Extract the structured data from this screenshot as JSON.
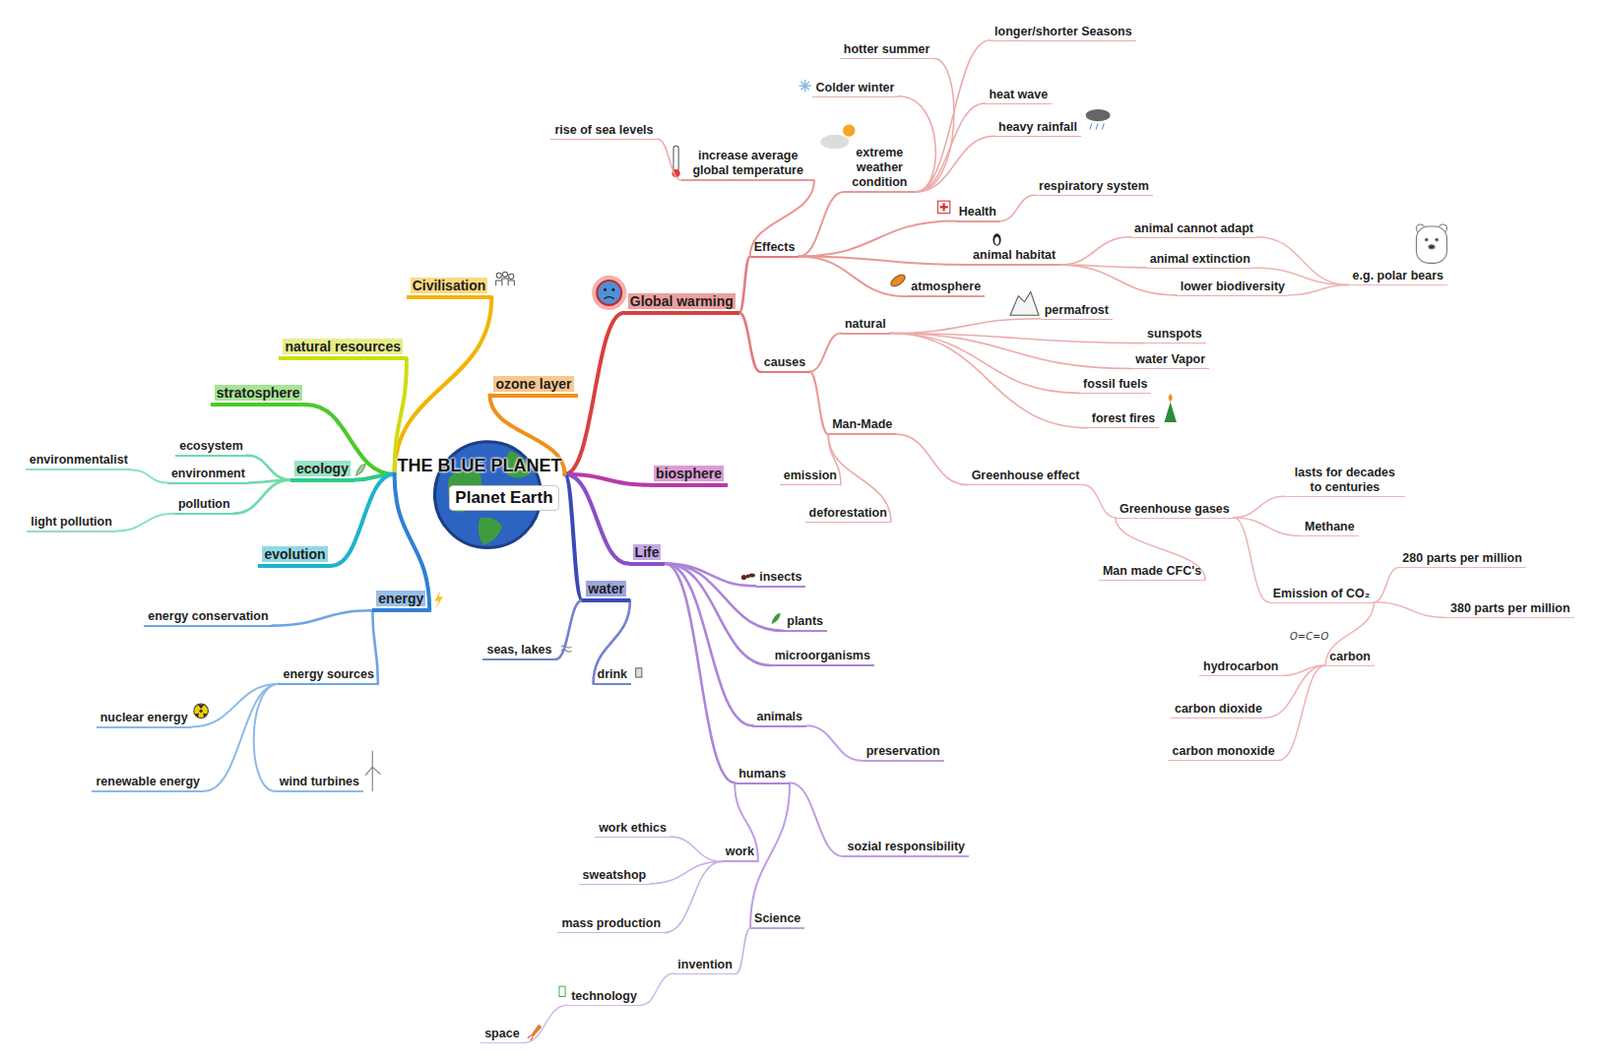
{
  "diagram": {
    "nodes": [
      {
        "text": [
          "THE BLUE PLANET",
          "Planet Earth"
        ]
      },
      {
        "text": [
          "Global warming"
        ]
      },
      {
        "text": [
          "Effects"
        ]
      },
      {
        "text": [
          "causes"
        ]
      },
      {
        "text": [
          "increase average global temperature"
        ]
      },
      {
        "text": [
          "rise of sea levels"
        ]
      },
      {
        "text": [
          "extreme weather condition"
        ]
      },
      {
        "text": [
          "hotter summer"
        ]
      },
      {
        "text": [
          "longer/shorter Seasons"
        ]
      },
      {
        "text": [
          "Colder winter"
        ]
      },
      {
        "text": [
          "heat wave"
        ]
      },
      {
        "text": [
          "heavy rainfall"
        ]
      },
      {
        "text": [
          "Health"
        ]
      },
      {
        "text": [
          "respiratory system"
        ]
      },
      {
        "text": [
          "animal habitat"
        ]
      },
      {
        "text": [
          "animal cannot adapt"
        ]
      },
      {
        "text": [
          "animal extinction"
        ]
      },
      {
        "text": [
          "lower biodiversity"
        ]
      },
      {
        "text": [
          "e.g. polar bears"
        ]
      },
      {
        "text": [
          "atmosphere"
        ]
      },
      {
        "text": [
          "natural"
        ]
      },
      {
        "text": [
          "permafrost"
        ]
      },
      {
        "text": [
          "sunspots"
        ]
      },
      {
        "text": [
          "water Vapor"
        ]
      },
      {
        "text": [
          "fossil fuels"
        ]
      },
      {
        "text": [
          "forest fires"
        ]
      },
      {
        "text": [
          "Man-Made"
        ]
      },
      {
        "text": [
          "emission"
        ]
      },
      {
        "text": [
          "deforestation"
        ]
      },
      {
        "text": [
          "Greenhouse effect"
        ]
      },
      {
        "text": [
          "Greenhouse gases"
        ]
      },
      {
        "text": [
          "lasts for decades to centuries"
        ]
      },
      {
        "text": [
          "Methane"
        ]
      },
      {
        "text": [
          "Man made CFC's"
        ]
      },
      {
        "text": [
          "Emission of CO₂"
        ]
      },
      {
        "text": [
          "280 parts per million"
        ]
      },
      {
        "text": [
          "380 parts per million"
        ]
      },
      {
        "text": [
          "carbon"
        ]
      },
      {
        "text": [
          "hydrocarbon"
        ]
      },
      {
        "text": [
          "carbon dioxide"
        ]
      },
      {
        "text": [
          "carbon monoxide"
        ]
      },
      {
        "text": [
          "biosphere"
        ]
      },
      {
        "text": [
          "Life"
        ]
      },
      {
        "text": [
          "insects"
        ]
      },
      {
        "text": [
          "plants"
        ]
      },
      {
        "text": [
          "microorganisms"
        ]
      },
      {
        "text": [
          "animals"
        ]
      },
      {
        "text": [
          "preservation"
        ]
      },
      {
        "text": [
          "humans"
        ]
      },
      {
        "text": [
          "sozial responsibility"
        ]
      },
      {
        "text": [
          "work"
        ]
      },
      {
        "text": [
          "work ethics"
        ]
      },
      {
        "text": [
          "sweatshop"
        ]
      },
      {
        "text": [
          "mass production"
        ]
      },
      {
        "text": [
          "Science"
        ]
      },
      {
        "text": [
          "invention"
        ]
      },
      {
        "text": [
          "technology"
        ]
      },
      {
        "text": [
          "space"
        ]
      },
      {
        "text": [
          "water"
        ]
      },
      {
        "text": [
          "seas, lakes"
        ]
      },
      {
        "text": [
          "drink"
        ]
      },
      {
        "text": [
          "ozone layer"
        ]
      },
      {
        "text": [
          "Civilisation"
        ]
      },
      {
        "text": [
          "natural resources"
        ]
      },
      {
        "text": [
          "stratosphere"
        ]
      },
      {
        "text": [
          "ecology"
        ]
      },
      {
        "text": [
          "ecosystem"
        ]
      },
      {
        "text": [
          "environment"
        ]
      },
      {
        "text": [
          "pollution"
        ]
      },
      {
        "text": [
          "environmentalist"
        ]
      },
      {
        "text": [
          "light pollution"
        ]
      },
      {
        "text": [
          "evolution"
        ]
      },
      {
        "text": [
          "energy"
        ]
      },
      {
        "text": [
          "energy conservation"
        ]
      },
      {
        "text": [
          "energy sources"
        ]
      },
      {
        "text": [
          "nuclear energy"
        ]
      },
      {
        "text": [
          "renewable energy"
        ]
      },
      {
        "text": [
          "wind turbines"
        ]
      }
    ],
    "edges": [
      {
        "from": 0,
        "to": 1,
        "arrow": "none"
      },
      {
        "from": 1,
        "to": 2,
        "arrow": "none"
      },
      {
        "from": 1,
        "to": 3,
        "arrow": "none"
      },
      {
        "from": 2,
        "to": 4,
        "arrow": "none"
      },
      {
        "from": 4,
        "to": 5,
        "arrow": "none"
      },
      {
        "from": 2,
        "to": 6,
        "arrow": "none"
      },
      {
        "from": 6,
        "to": 7,
        "arrow": "none"
      },
      {
        "from": 6,
        "to": 8,
        "arrow": "none"
      },
      {
        "from": 6,
        "to": 9,
        "arrow": "none"
      },
      {
        "from": 6,
        "to": 10,
        "arrow": "none"
      },
      {
        "from": 6,
        "to": 11,
        "arrow": "none"
      },
      {
        "from": 2,
        "to": 12,
        "arrow": "none"
      },
      {
        "from": 12,
        "to": 13,
        "arrow": "none"
      },
      {
        "from": 2,
        "to": 14,
        "arrow": "none"
      },
      {
        "from": 14,
        "to": 15,
        "arrow": "none"
      },
      {
        "from": 14,
        "to": 16,
        "arrow": "none"
      },
      {
        "from": 14,
        "to": 17,
        "arrow": "none"
      },
      {
        "from": 15,
        "to": 18,
        "arrow": "none"
      },
      {
        "from": 16,
        "to": 18,
        "arrow": "none"
      },
      {
        "from": 17,
        "to": 18,
        "arrow": "none"
      },
      {
        "from": 2,
        "to": 19,
        "arrow": "none"
      },
      {
        "from": 3,
        "to": 20,
        "arrow": "none"
      },
      {
        "from": 20,
        "to": 21,
        "arrow": "none"
      },
      {
        "from": 20,
        "to": 22,
        "arrow": "none"
      },
      {
        "from": 20,
        "to": 23,
        "arrow": "none"
      },
      {
        "from": 20,
        "to": 24,
        "arrow": "none"
      },
      {
        "from": 20,
        "to": 25,
        "arrow": "none"
      },
      {
        "from": 3,
        "to": 26,
        "arrow": "none"
      },
      {
        "from": 26,
        "to": 27,
        "arrow": "none"
      },
      {
        "from": 26,
        "to": 28,
        "arrow": "none"
      },
      {
        "from": 26,
        "to": 29,
        "arrow": "none"
      },
      {
        "from": 29,
        "to": 30,
        "arrow": "none"
      },
      {
        "from": 30,
        "to": 31,
        "arrow": "none"
      },
      {
        "from": 30,
        "to": 32,
        "arrow": "none"
      },
      {
        "from": 30,
        "to": 33,
        "arrow": "none"
      },
      {
        "from": 30,
        "to": 34,
        "arrow": "none"
      },
      {
        "from": 34,
        "to": 35,
        "arrow": "none"
      },
      {
        "from": 34,
        "to": 36,
        "arrow": "none"
      },
      {
        "from": 34,
        "to": 37,
        "arrow": "none"
      },
      {
        "from": 37,
        "to": 38,
        "arrow": "none"
      },
      {
        "from": 37,
        "to": 39,
        "arrow": "none"
      },
      {
        "from": 37,
        "to": 40,
        "arrow": "none"
      },
      {
        "from": 0,
        "to": 41,
        "arrow": "none"
      },
      {
        "from": 0,
        "to": 42,
        "arrow": "none"
      },
      {
        "from": 42,
        "to": 43,
        "arrow": "none"
      },
      {
        "from": 42,
        "to": 44,
        "arrow": "none"
      },
      {
        "from": 42,
        "to": 45,
        "arrow": "none"
      },
      {
        "from": 42,
        "to": 46,
        "arrow": "none"
      },
      {
        "from": 46,
        "to": 47,
        "arrow": "none"
      },
      {
        "from": 42,
        "to": 48,
        "arrow": "none"
      },
      {
        "from": 48,
        "to": 49,
        "arrow": "none"
      },
      {
        "from": 48,
        "to": 50,
        "arrow": "none"
      },
      {
        "from": 50,
        "to": 51,
        "arrow": "none"
      },
      {
        "from": 50,
        "to": 52,
        "arrow": "none"
      },
      {
        "from": 50,
        "to": 53,
        "arrow": "none"
      },
      {
        "from": 48,
        "to": 54,
        "arrow": "none"
      },
      {
        "from": 54,
        "to": 55,
        "arrow": "none"
      },
      {
        "from": 55,
        "to": 56,
        "arrow": "none"
      },
      {
        "from": 56,
        "to": 57,
        "arrow": "none"
      },
      {
        "from": 0,
        "to": 58,
        "arrow": "none"
      },
      {
        "from": 58,
        "to": 59,
        "arrow": "none"
      },
      {
        "from": 58,
        "to": 60,
        "arrow": "none"
      },
      {
        "from": 0,
        "to": 61,
        "arrow": "none"
      },
      {
        "from": 0,
        "to": 62,
        "arrow": "none"
      },
      {
        "from": 0,
        "to": 63,
        "arrow": "none"
      },
      {
        "from": 0,
        "to": 64,
        "arrow": "none"
      },
      {
        "from": 0,
        "to": 65,
        "arrow": "none"
      },
      {
        "from": 65,
        "to": 66,
        "arrow": "none"
      },
      {
        "from": 65,
        "to": 67,
        "arrow": "none"
      },
      {
        "from": 65,
        "to": 68,
        "arrow": "none"
      },
      {
        "from": 67,
        "to": 69,
        "arrow": "none"
      },
      {
        "from": 68,
        "to": 70,
        "arrow": "none"
      },
      {
        "from": 0,
        "to": 71,
        "arrow": "none"
      },
      {
        "from": 0,
        "to": 72,
        "arrow": "none"
      },
      {
        "from": 72,
        "to": 73,
        "arrow": "none"
      },
      {
        "from": 72,
        "to": 74,
        "arrow": "none"
      },
      {
        "from": 74,
        "to": 75,
        "arrow": "none"
      },
      {
        "from": 74,
        "to": 76,
        "arrow": "none"
      },
      {
        "from": 74,
        "to": 77,
        "arrow": "none"
      }
    ],
    "labels": [
      "O=C=O"
    ]
  }
}
